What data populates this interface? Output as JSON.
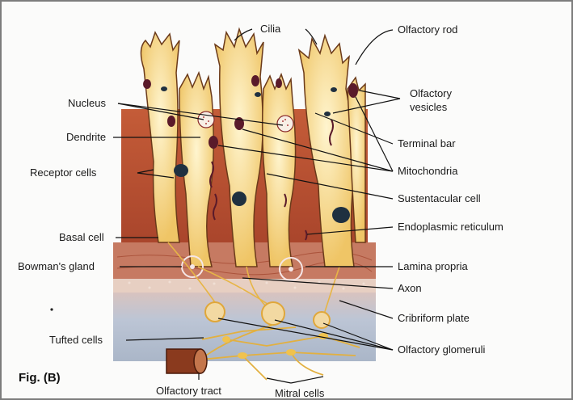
{
  "figure": {
    "caption": "Fig. (B)"
  },
  "labels": {
    "cilia": "Cilia",
    "olfactory_rod": "Olfactory rod",
    "olfactory_vesicles_1": "Olfactory",
    "olfactory_vesicles_2": "vesicles",
    "nucleus": "Nucleus",
    "dendrite": "Dendrite",
    "terminal_bar": "Terminal bar",
    "receptor_cells": "Receptor cells",
    "mitochondria": "Mitochondria",
    "sustentacular_cell": "Sustentacular cell",
    "endoplasmic_reticulum": "Endoplasmic reticulum",
    "basal_cell": "Basal cell",
    "bowmans_gland": "Bowman's gland",
    "lamina_propria": "Lamina propria",
    "axon": "Axon",
    "cribriform_plate": "Cribriform plate",
    "tufted_cells": "Tufted cells",
    "olfactory_glomeruli": "Olfactory glomeruli",
    "olfactory_tract": "Olfactory tract",
    "mitral_cells": "Mitral cells"
  },
  "colors": {
    "cell_fill": "#f7d77a",
    "cell_highlight": "#fff3c4",
    "cell_outline": "#6b3a1a",
    "tissue": "#b8502f",
    "lamina": "#c8826a",
    "plate": "#b9c3d2",
    "nucleus": "#1f3040",
    "mito": "#5a1a2a",
    "fiber": "#e7b545"
  }
}
